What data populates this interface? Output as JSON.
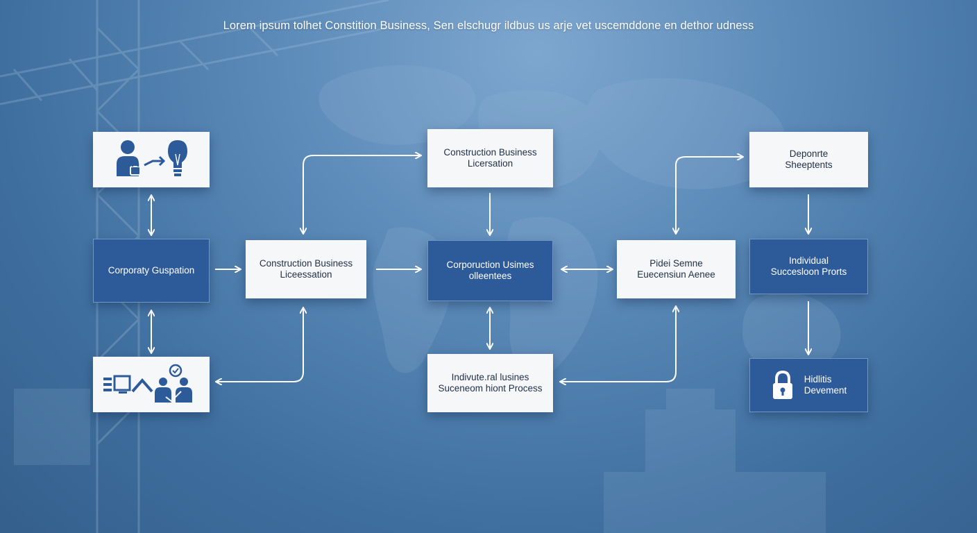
{
  "title": "Lorem ipsum tolhet Constition Business, Sen elschugr ildbus us arje vet uscemddone en dethor udness",
  "nodes": {
    "icon_top": {
      "icons": [
        "person-lock-icon",
        "arrow-right-icon",
        "lightbulb-icon"
      ]
    },
    "corporate": {
      "lines": [
        "Corporaty Guspation"
      ]
    },
    "icon_bottom": {
      "icons": [
        "document-list-icon",
        "monitor-icon",
        "chart-line-icon",
        "team-chat-icon"
      ]
    },
    "mid_left": {
      "lines": [
        "Construction Business",
        "Liceessation"
      ]
    },
    "top_center": {
      "lines": [
        "Construction Business",
        "Licersation"
      ]
    },
    "center": {
      "lines": [
        "Corporuction Usimes",
        "olleentees"
      ]
    },
    "bottom_center": {
      "lines": [
        "Indivute.ral lusines",
        "Suceneom hiont Process"
      ]
    },
    "right_mid": {
      "lines": [
        "Pidei Semne",
        "Euecensiun Aenee"
      ]
    },
    "top_right": {
      "lines": [
        "Deponrte",
        "Sheeptents"
      ]
    },
    "right_blue": {
      "lines": [
        "Individual",
        "Succesloon Prorts"
      ]
    },
    "bottom_right": {
      "lines": [
        "Hidlitis",
        "Devement"
      ],
      "icon": "padlock-icon"
    }
  },
  "colors": {
    "primary_blue": "#2d5b9a",
    "box_white": "#f6f7f9",
    "arrow": "#ffffff",
    "icon_blue": "#2d5b9a"
  }
}
